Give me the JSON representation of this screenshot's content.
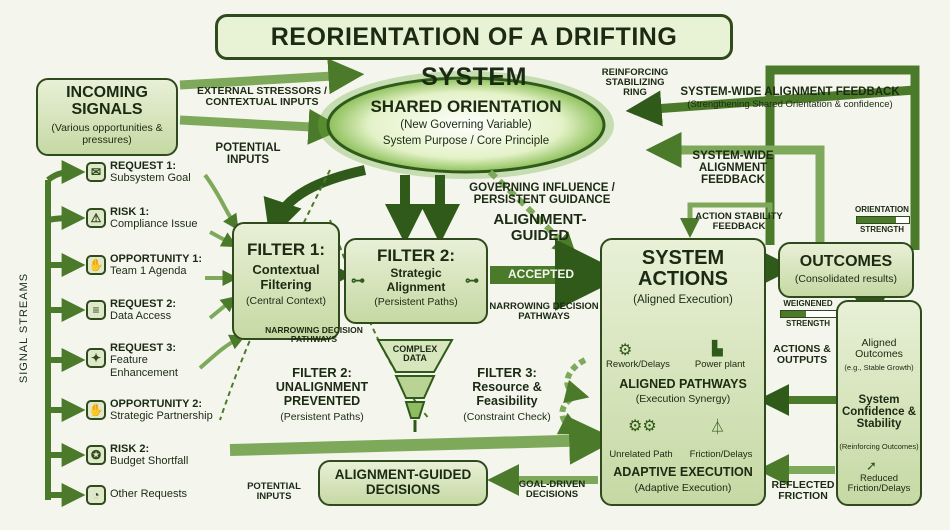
{
  "title": "REORIENTATION OF A DRIFTING SYSTEM",
  "incoming": {
    "title": "INCOMING SIGNALS",
    "subtitle": "(Various opportunities & pressures)"
  },
  "external_stressors": "EXTERNAL STRESSORS / CONTEXTUAL INPUTS",
  "potential_inputs_top": "POTENTIAL INPUTS",
  "potential_inputs_bottom": "POTENTIAL INPUTS",
  "shared": {
    "title": "SHARED ORIENTATION",
    "line1": "(New Governing Variable)",
    "line2": "System Purpose / Core Principle"
  },
  "reinforcing_ring": "REINFORCING STABILIZING RING",
  "sys_feedback_top": {
    "title": "SYSTEM-WIDE ALIGNMENT FEEDBACK",
    "subtitle": "(Strengthening Shared Orientation & confidence)"
  },
  "sys_feedback_mid": "SYSTEM-WIDE ALIGNMENT FEEDBACK",
  "governing_influence": "GOVERNING INFLUENCE / PERSISTENT GUIDANCE",
  "alignment_guided": "ALIGNMENT-GUIDED",
  "accepted": "ACCEPTED",
  "narrowing_right": "NARROWING DECISION PATHWAYS",
  "narrowing_left": "NARROWING DECISION PATHWAYS",
  "action_stability": "ACTION STABILITY FEEDBACK",
  "orientation_strength": {
    "top": "ORIENTATION",
    "bottom": "STRENGTH",
    "level": 0.75
  },
  "filter1": {
    "title": "FILTER 1:",
    "line1": "Contextual",
    "line2": "Filtering",
    "sub": "(Central Context)"
  },
  "filter2": {
    "title": "FILTER 2:",
    "line1": "Strategic",
    "line2": "Alignment",
    "sub": "(Persistent Paths)"
  },
  "complex_data": "COMPLEX DATA",
  "filter2_bottom": {
    "title": "FILTER 2:",
    "line1": "UNALIGNMENT",
    "line2": "PREVENTED",
    "sub": "(Persistent Paths)"
  },
  "filter3": {
    "title": "FILTER 3:",
    "line1": "Resource &",
    "line2": "Feasibility",
    "sub": "(Constraint Check)"
  },
  "system_actions": {
    "title1": "SYSTEM",
    "title2": "ACTIONS",
    "sub": "(Aligned Execution)"
  },
  "rework": "Rework/Delays",
  "power_plant": "Power plant",
  "aligned_pathways": {
    "title": "ALIGNED PATHWAYS",
    "sub": "(Execution Synergy)"
  },
  "unrelated_path": "Unrelated Path",
  "friction_delays": "Friction/Delays",
  "adaptive": {
    "title": "ADAPTIVE EXECUTION",
    "sub": "(Adaptive Execution)"
  },
  "outcomes": {
    "title": "OUTCOMES",
    "sub": "(Consolidated results)"
  },
  "weighted": {
    "top": "WEIGNENED",
    "bottom": "STRENGTH",
    "level": 0.45
  },
  "actions_outputs": "ACTIONS & OUTPUTS",
  "aligned_outcomes": {
    "title": "Aligned Outcomes",
    "sub": "(e.g., Stable Growth)"
  },
  "confidence": {
    "title": "System Confidence & Stability",
    "sub": "(Reinforcing Outcomes)"
  },
  "reduced": "Reduced Friction/Delays",
  "reflected_friction": "REFLECTED FRICTION",
  "goal_driven": "GOAL-DRIVEN DECISIONS",
  "alignment_decisions": "ALIGNMENT-GUIDED DECISIONS",
  "signal_streams": "SIGNAL STREAMS",
  "signals": [
    {
      "title": "REQUEST 1:",
      "desc": "Subsystem Goal",
      "icon": "envelope-icon",
      "glyph": "✉"
    },
    {
      "title": "RISK 1:",
      "desc": "Compliance Issue",
      "icon": "warning-icon",
      "glyph": "⚠"
    },
    {
      "title": "OPPORTUNITY 1:",
      "desc": "Team 1 Agenda",
      "icon": "handshake-icon",
      "glyph": "✋"
    },
    {
      "title": "REQUEST 2:",
      "desc": "Data Access",
      "icon": "document-icon",
      "glyph": "≡"
    },
    {
      "title": "REQUEST 3:",
      "desc": "Feature Enhancement",
      "icon": "lightbulb-icon",
      "glyph": "✦"
    },
    {
      "title": "OPPORTUNITY 2:",
      "desc": "Strategic Partnership",
      "icon": "handshake-icon",
      "glyph": "✋"
    },
    {
      "title": "RISK 2:",
      "desc": "Budget Shortfall",
      "icon": "badge-icon",
      "glyph": "✪"
    },
    {
      "title": "",
      "desc": "Other Requests",
      "icon": "rss-icon",
      "glyph": "◔"
    }
  ]
}
